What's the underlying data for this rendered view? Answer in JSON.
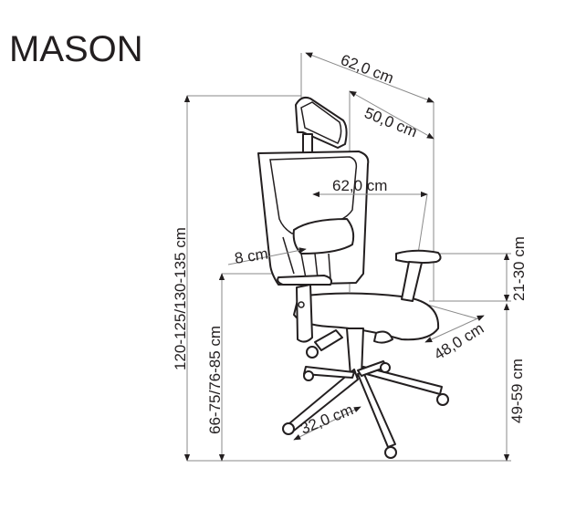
{
  "product": {
    "name": "MASON"
  },
  "dimensions": {
    "overall_depth": "62,0 cm",
    "backrest_depth": "50,0 cm",
    "overall_width": "62,0 cm",
    "lumbar_adjust": "8 cm",
    "armrest_height": "21-30 cm",
    "seat_height": "49-59 cm",
    "seat_depth": "48,0 cm",
    "base_radius": "32,0 cm",
    "total_height": "120-125/130-135 cm",
    "backrest_height": "66-75/76-85 cm"
  },
  "colors": {
    "line": "#231f20",
    "dimension": "#8a8a8a"
  }
}
